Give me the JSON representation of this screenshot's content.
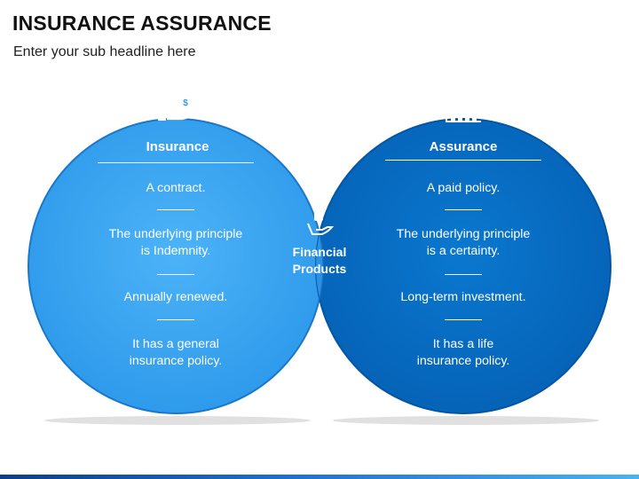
{
  "title": "INSURANCE ASSURANCE",
  "subtitle": "Enter your sub headline here",
  "colors": {
    "left_circle": "#3fa9f5",
    "right_circle": "#0872c9",
    "overlap": "#1d8ae0",
    "text": "#ffffff"
  },
  "left": {
    "icon": "money-bag-hand-icon",
    "heading": "Insurance",
    "items": [
      "A contract.",
      "The underlying principle\nis Indemnity.",
      "Annually renewed.",
      "It has a general\ninsurance policy."
    ]
  },
  "center": {
    "icon": "coin-hand-icon",
    "label": "Financial\nProducts"
  },
  "right": {
    "icon": "bar-chart-icon",
    "heading": "Assurance",
    "items": [
      "A paid policy.",
      "The underlying principle\nis a certainty.",
      "Long-term investment.",
      "It has a life\ninsurance policy."
    ]
  }
}
